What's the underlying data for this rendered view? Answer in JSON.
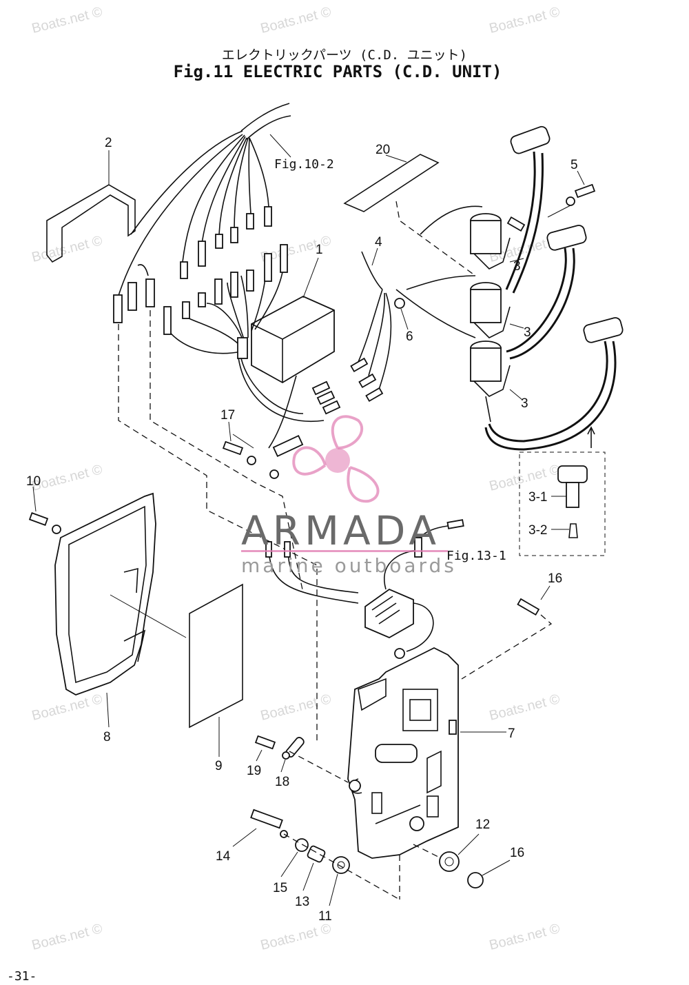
{
  "header": {
    "title_jp": "エレクトリックパーツ (C.D. ユニット)",
    "title_en": "Fig.11 ELECTRIC PARTS (C.D. UNIT)"
  },
  "callouts": {
    "c2": "2",
    "c20": "20",
    "c5": "5",
    "c4": "4",
    "c1": "1",
    "c3a": "3",
    "c3b": "3",
    "c3c": "3",
    "c6": "6",
    "c17": "17",
    "c10": "10",
    "c31": "3-1",
    "c32": "3-2",
    "c16a": "16",
    "c7": "7",
    "c8": "8",
    "c9": "9",
    "c19": "19",
    "c18": "18",
    "c12": "12",
    "c16b": "16",
    "c14": "14",
    "c15": "15",
    "c13": "13",
    "c11": "11"
  },
  "references": {
    "fig10_2": "Fig.10-2",
    "fig13_1": "Fig.13-1"
  },
  "watermark": {
    "text": "Boats.net ©",
    "brand": "ARMADA",
    "brand_sub": "marine outboards",
    "brand_color": "#e07ab0"
  },
  "footer": {
    "page_number": "-31-"
  }
}
